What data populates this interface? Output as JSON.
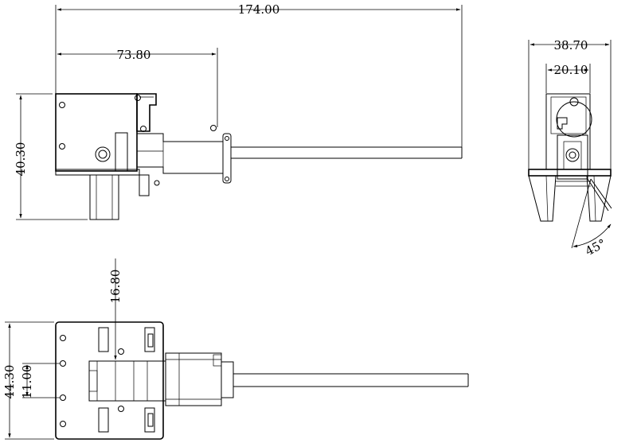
{
  "dimensions": {
    "overall_length": "174.00",
    "bracket_length": "73.80",
    "side_height": "40.30",
    "end_width": "38.70",
    "end_inner_width": "20.10",
    "angle": "45°",
    "top_offset": "16.80",
    "plan_width": "44.30",
    "hole_spacing": "11.00"
  },
  "colors": {
    "line": "#000000",
    "background": "#ffffff"
  }
}
